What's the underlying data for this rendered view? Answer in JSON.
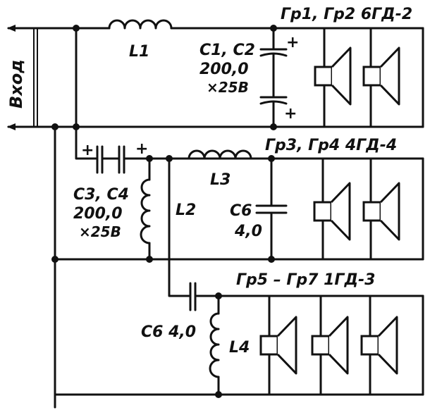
{
  "input_label": "Вход",
  "labels": {
    "l1": "L1",
    "l2": "L2",
    "l3": "L3",
    "l4": "L4",
    "c1c2_name": "C1, C2",
    "c1c2_value": "200,0",
    "c1c2_voltage": "×25В",
    "c3c4_name": "C3, C4",
    "c3c4_value": "200,0",
    "c3c4_voltage": "×25В",
    "c5_name": "C6",
    "c5_value": "4,0",
    "c6_full": "C6 4,0",
    "group1": "Гр1, Гр2  6ГД-2",
    "group2": "Гр3, Гр4  4ГД-4",
    "group3": "Гр5 – Гр7  1ГД-3"
  },
  "polarity": "+"
}
